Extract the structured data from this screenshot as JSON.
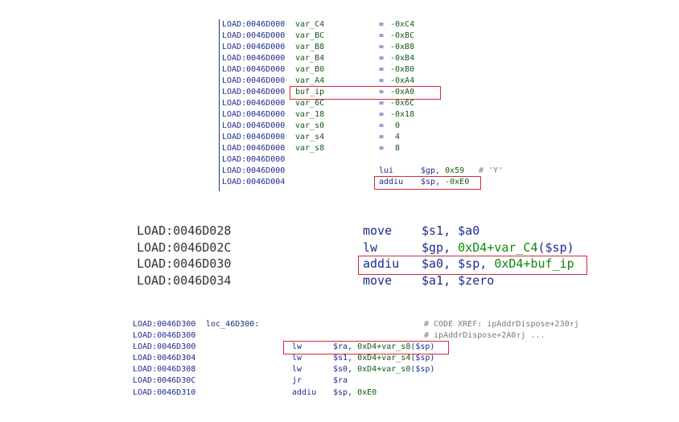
{
  "panel1": {
    "rows": [
      {
        "addr": "LOAD:0046D000",
        "name": "var_C4",
        "eq": "=",
        "value": "-0xC4"
      },
      {
        "addr": "LOAD:0046D000",
        "name": "var_BC",
        "eq": "=",
        "value": "-0xBC"
      },
      {
        "addr": "LOAD:0046D000",
        "name": "var_B8",
        "eq": "=",
        "value": "-0xB8"
      },
      {
        "addr": "LOAD:0046D000",
        "name": "var_B4",
        "eq": "=",
        "value": "-0xB4"
      },
      {
        "addr": "LOAD:0046D000",
        "name": "var_B0",
        "eq": "=",
        "value": "-0xB0"
      },
      {
        "addr": "LOAD:0046D000",
        "name": "var_A4",
        "eq": "=",
        "value": "-0xA4"
      },
      {
        "addr": "LOAD:0046D000",
        "name": "buf_ip",
        "eq": "=",
        "value": "-0xA0"
      },
      {
        "addr": "LOAD:0046D000",
        "name": "var_6C",
        "eq": "=",
        "value": "-0x6C"
      },
      {
        "addr": "LOAD:0046D000",
        "name": "var_18",
        "eq": "=",
        "value": "-0x18"
      },
      {
        "addr": "LOAD:0046D000",
        "name": "var_s0",
        "eq": "=",
        "value": " 0"
      },
      {
        "addr": "LOAD:0046D000",
        "name": "var_s4",
        "eq": "=",
        "value": " 4"
      },
      {
        "addr": "LOAD:0046D000",
        "name": "var_s8",
        "eq": "=",
        "value": " 8"
      },
      {
        "addr": "LOAD:0046D000"
      }
    ],
    "lui": {
      "addr": "LOAD:0046D000",
      "mnemonic": "lui",
      "op_reg": "$gp, ",
      "op_num": "0x59",
      "comment": "# 'Y'"
    },
    "addiu": {
      "addr": "LOAD:0046D004",
      "mnemonic": "addiu",
      "op_reg": "$sp, ",
      "op_num": "-0xE0"
    }
  },
  "panel2": {
    "rows": [
      {
        "addr": "LOAD:0046D028",
        "mnemonic": "move",
        "op_a": "$s1, $a0"
      },
      {
        "addr": "LOAD:0046D02C",
        "mnemonic": "lw",
        "op_a": "$gp, ",
        "op_b": "0xD4+var_C4",
        "op_c": "($sp)"
      },
      {
        "addr": "LOAD:0046D030",
        "mnemonic": "addiu",
        "op_a": "$a0, $sp, ",
        "op_b": "0xD4+buf_ip"
      },
      {
        "addr": "LOAD:0046D034",
        "mnemonic": "move",
        "op_a": "$a1, $zero"
      }
    ]
  },
  "panel3": {
    "rows": [
      {
        "addr": "LOAD:0046D300",
        "label": "loc_46D300:",
        "comment": "# CODE XREF: ipAddrDispose+230↑j"
      },
      {
        "addr": "LOAD:0046D300",
        "comment": "# ipAddrDispose+2A0↑j ..."
      },
      {
        "addr": "LOAD:0046D300",
        "mnemonic": "lw",
        "op_a": "$ra, ",
        "op_b": "0xD4+var_s8",
        "op_c": "($sp)"
      },
      {
        "addr": "LOAD:0046D304",
        "mnemonic": "lw",
        "op_a": "$s1, ",
        "op_b": "0xD4+var_s4",
        "op_c": "($sp)"
      },
      {
        "addr": "LOAD:0046D308",
        "mnemonic": "lw",
        "op_a": "$s0, ",
        "op_b": "0xD4+var_s0",
        "op_c": "($sp)"
      },
      {
        "addr": "LOAD:0046D30C",
        "mnemonic": "jr",
        "op_a": "$ra"
      },
      {
        "addr": "LOAD:0046D310",
        "mnemonic": "addiu",
        "op_a": "$sp, ",
        "op_b": "0xE0"
      }
    ]
  },
  "colors": {
    "highlight": "#d42a3a",
    "address": "#1c2d8c",
    "identifier": "#155a15",
    "comment": "#7a7a7a"
  }
}
